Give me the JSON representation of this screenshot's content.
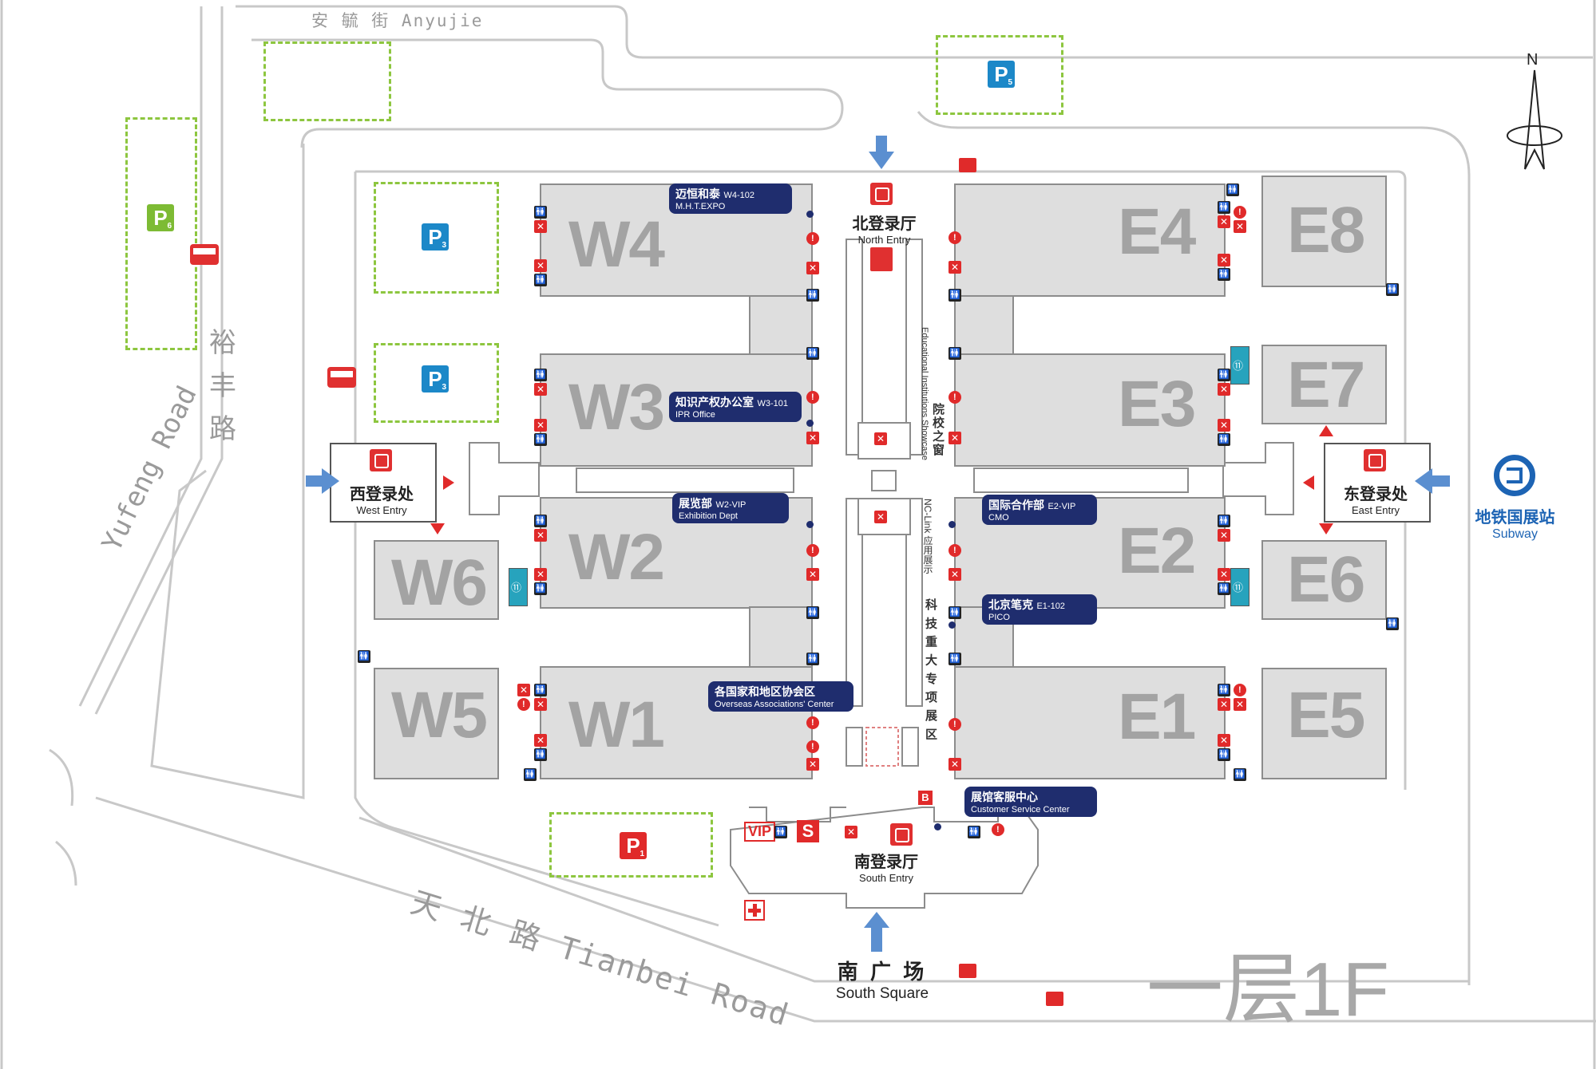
{
  "map": {
    "floor_label": "一层1F",
    "north_label": "N",
    "halls": [
      "W1",
      "W2",
      "W3",
      "W4",
      "W5",
      "W6",
      "E1",
      "E2",
      "E3",
      "E4",
      "E5",
      "E6",
      "E7",
      "E8"
    ],
    "parking": {
      "p1": "P",
      "p1_num": "1",
      "p3a": "P",
      "p3a_num": "3",
      "p3b": "P",
      "p3b_num": "3",
      "p5": "P",
      "p5_num": "5",
      "p6": "P",
      "p6_num": "6"
    },
    "entries": {
      "north_cn": "北登录厅",
      "north_en": "North Entry",
      "west_cn": "西登录处",
      "west_en": "West Entry",
      "east_cn": "东登录处",
      "east_en": "East Entry",
      "south_cn": "南登录厅",
      "south_en": "South Entry"
    },
    "square": {
      "cn": "南 广 场",
      "en": "South Square"
    },
    "subway": {
      "cn": "地铁国展站",
      "en": "Subway"
    },
    "roads": {
      "north": "安 毓 街 Anyujie",
      "west_cn": "裕丰路",
      "west_cn_1": "裕",
      "west_cn_2": "丰",
      "west_cn_3": "路",
      "west_en": "Yufeng Road",
      "south": "天 北 路 Tianbei Road"
    },
    "corridors": {
      "edu_en": "Educational Institutions Showcase",
      "edu_cn": "院校之窗",
      "nc_en": "NC-Link 应用展示",
      "major_cn": "科 技 重 大 专 项 展 区"
    },
    "offices": [
      {
        "cn": "迈恒和泰",
        "code": "W4-102",
        "en": "M.H.T.EXPO"
      },
      {
        "cn": "知识产权办公室",
        "code": "W3-101",
        "en": "IPR Office"
      },
      {
        "cn": "展览部",
        "code": "W2-VIP",
        "en": "Exhibition Dept"
      },
      {
        "cn": "各国家和地区协会区",
        "code": "",
        "en": "Overseas Associations' Center"
      },
      {
        "cn": "国际合作部",
        "code": "E2-VIP",
        "en": "CMO"
      },
      {
        "cn": "北京笔克",
        "code": "E1-102",
        "en": "PICO"
      },
      {
        "cn": "展馆客服中心",
        "code": "",
        "en": "Customer Service Center"
      }
    ],
    "service_signs": {
      "vip": "VIP",
      "s": "S",
      "b": "B"
    }
  }
}
